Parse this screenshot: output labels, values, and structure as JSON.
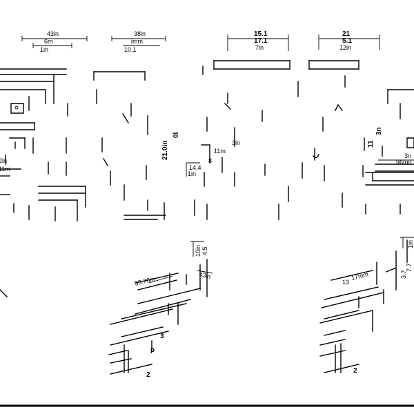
{
  "drawing": {
    "elevations": {
      "left_cabinet": {
        "dims": [
          "43in",
          "6m",
          "1in"
        ],
        "side_dims": [
          "2in",
          "11m"
        ]
      },
      "second_cabinet": {
        "dims": [
          "38in",
          "imm",
          "10,1"
        ]
      },
      "center_cabinet": {
        "dims": [
          "15.1",
          "17.1",
          "7in"
        ],
        "vertical_dims": [
          "21.0in",
          "0l"
        ],
        "inner_dims": [
          "14,4",
          "1in",
          "11m",
          "8",
          "3in"
        ]
      },
      "fourth_cabinet": {
        "dims": [
          "21",
          "5.1",
          "12in"
        ]
      },
      "right_cabinet": {
        "dims": [
          "3n",
          "96mn",
          "3n",
          "11"
        ]
      }
    },
    "isometrics": {
      "left_iso": {
        "dims": [
          "10in",
          "4.5",
          "33.76in",
          "43in"
        ],
        "marks": [
          "p",
          "3",
          "2"
        ]
      },
      "right_iso": {
        "dims": [
          "17mm",
          "13",
          "1in",
          "7.7",
          "3.7"
        ],
        "marks": [
          "2"
        ]
      }
    }
  }
}
